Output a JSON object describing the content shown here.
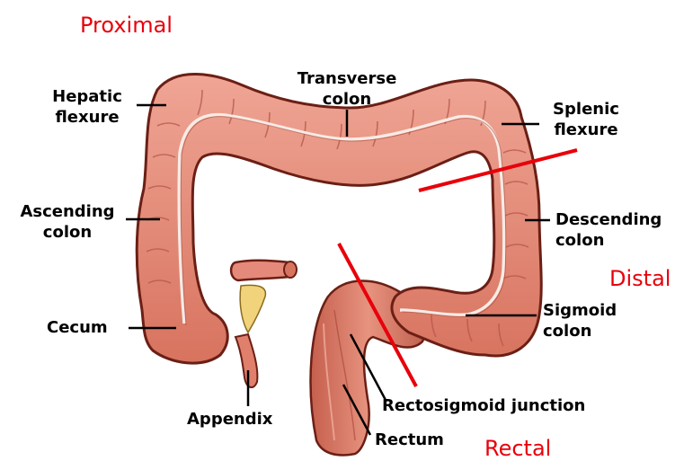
{
  "regions": {
    "proximal": "Proximal",
    "distal": "Distal",
    "rectal": "Rectal"
  },
  "labels": {
    "hepatic_flexure": "Hepatic\nflexure",
    "transverse_colon": "Transverse\ncolon",
    "splenic_flexure": "Splenic\nflexure",
    "ascending_colon": "Ascending\ncolon",
    "descending_colon": "Descending\ncolon",
    "cecum": "Cecum",
    "sigmoid_colon": "Sigmoid\ncolon",
    "appendix": "Appendix",
    "rectosigmoid_junction": "Rectosigmoid junction",
    "rectum": "Rectum"
  },
  "colors": {
    "tissue": "#e58a7a",
    "tissue_dark": "#b5574a",
    "outline": "#6b1f15",
    "highlight": "#f7c3b6",
    "region_text": "#e8000b",
    "divider": "#e8000b"
  }
}
